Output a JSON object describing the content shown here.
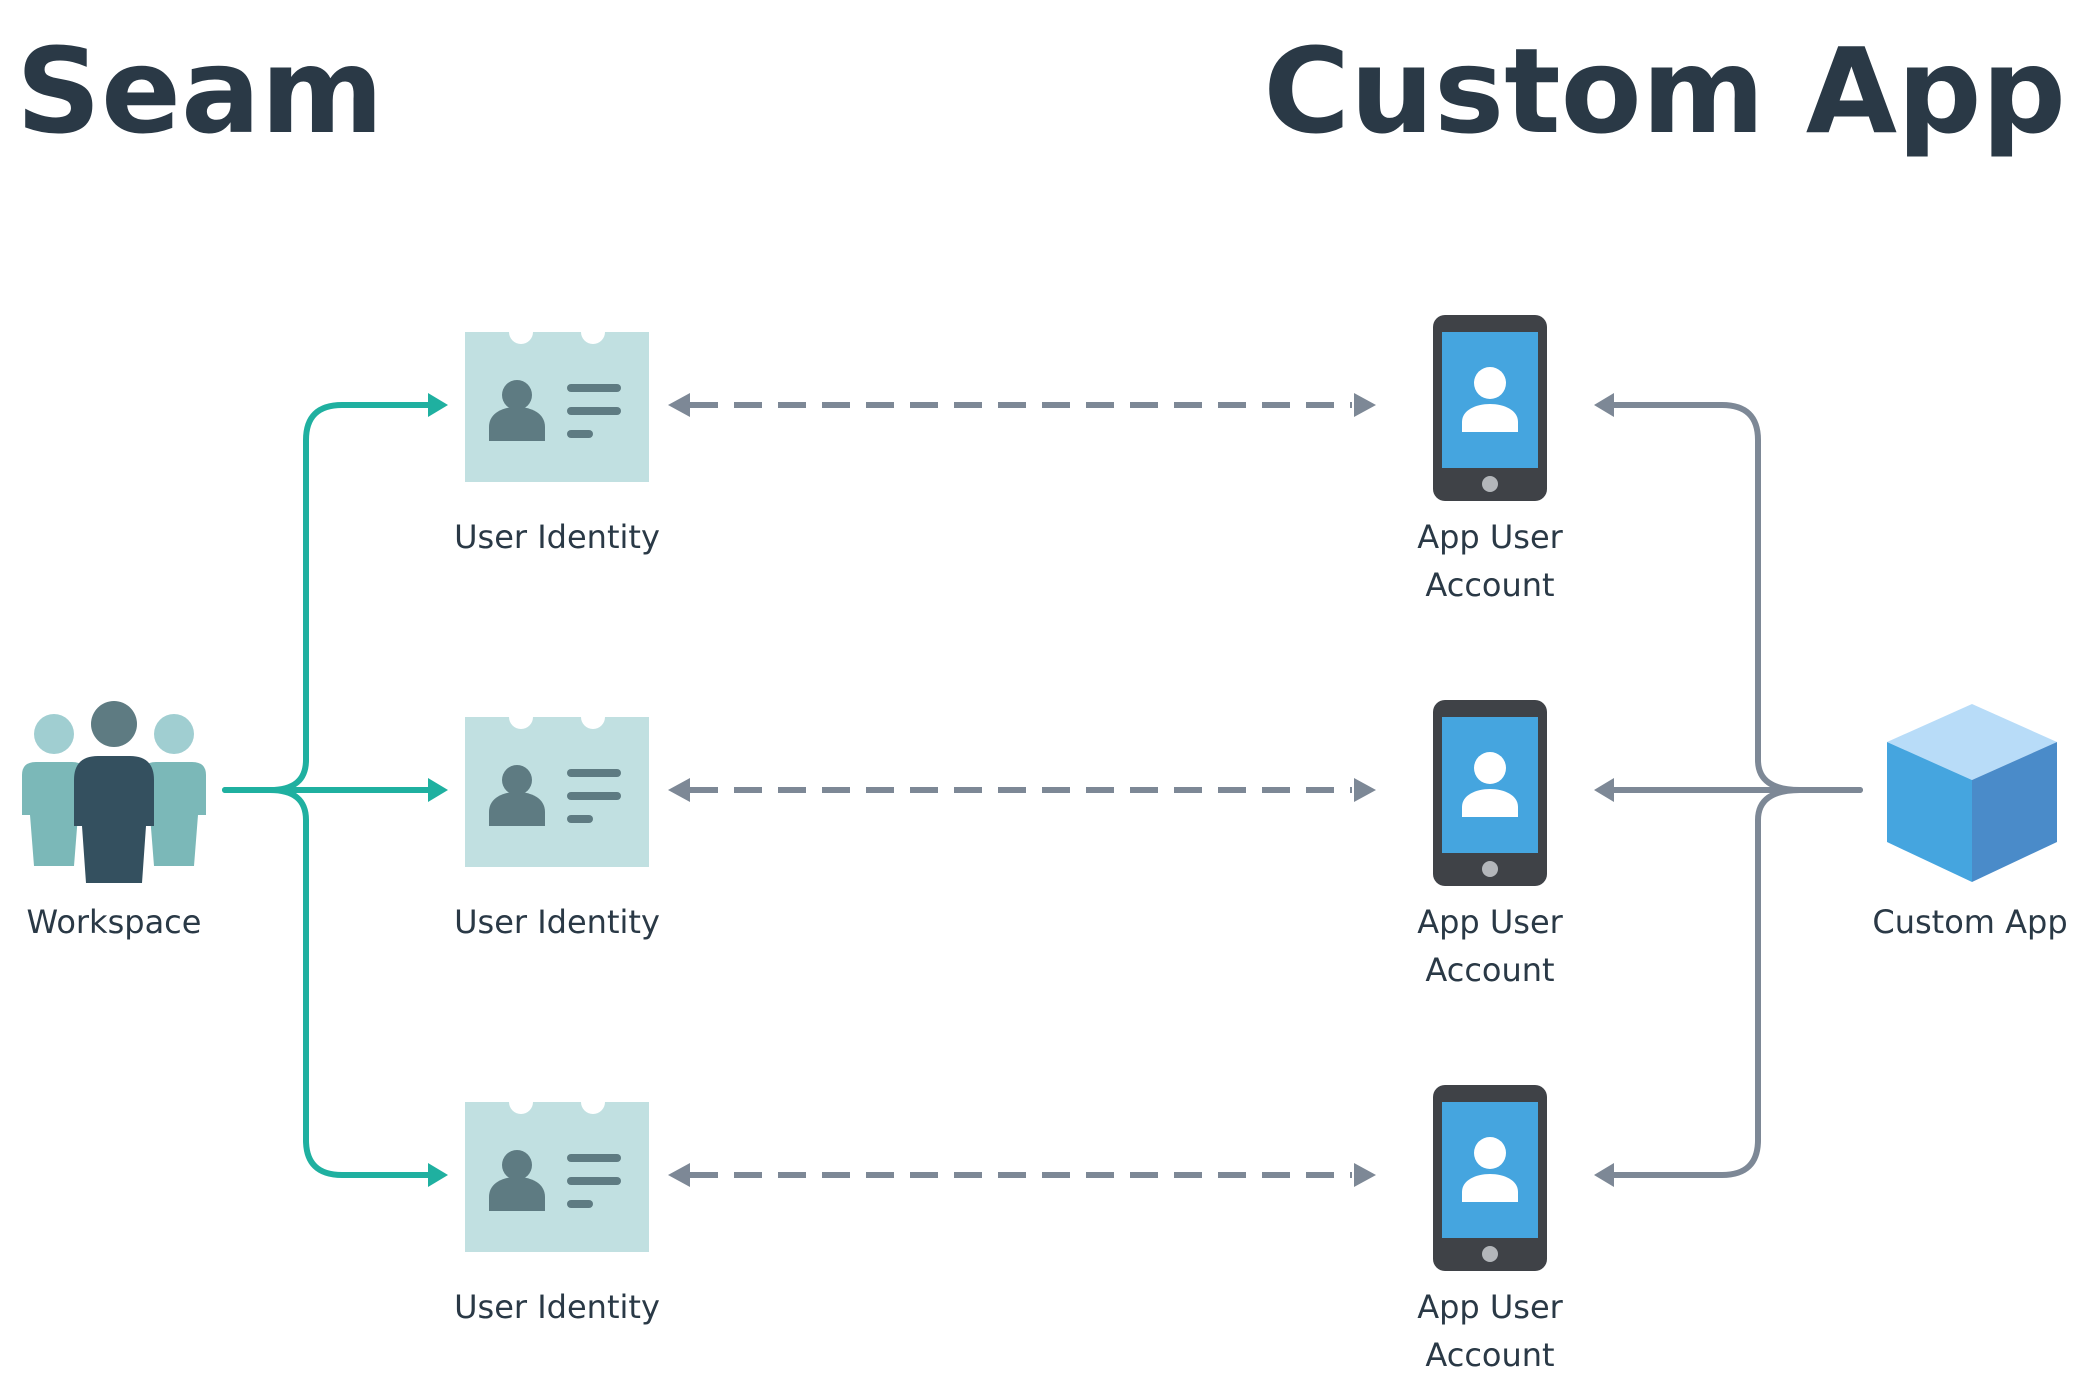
{
  "headings": {
    "left": "Seam",
    "right": "Custom App"
  },
  "workspace": {
    "label": "Workspace",
    "icon": "people-group-icon"
  },
  "custom_app": {
    "label": "Custom App",
    "icon": "cube-icon"
  },
  "user_identities": [
    {
      "label": "User Identity",
      "icon": "id-card-icon"
    },
    {
      "label": "User Identity",
      "icon": "id-card-icon"
    },
    {
      "label": "User Identity",
      "icon": "id-card-icon"
    }
  ],
  "app_user_accounts": [
    {
      "line1": "App User",
      "line2": "Account",
      "icon": "smartphone-user-icon"
    },
    {
      "line1": "App User",
      "line2": "Account",
      "icon": "smartphone-user-icon"
    },
    {
      "line1": "App User",
      "line2": "Account",
      "icon": "smartphone-user-icon"
    }
  ],
  "colors": {
    "heading": "#2a3946",
    "seam_connector": "#1fb0a0",
    "app_connector": "#7d8896",
    "id_card": "#c1e0e1",
    "id_card_detail": "#5e7b82",
    "phone_body": "#3f4247",
    "phone_screen": "#45a5df",
    "cube_top": "#b8dcf8",
    "cube_left": "#45a5df",
    "cube_right": "#4a8bc9",
    "person_center": "#34505f",
    "person_side": "#7bb8b8",
    "person_side_head": "#a0ced1"
  }
}
